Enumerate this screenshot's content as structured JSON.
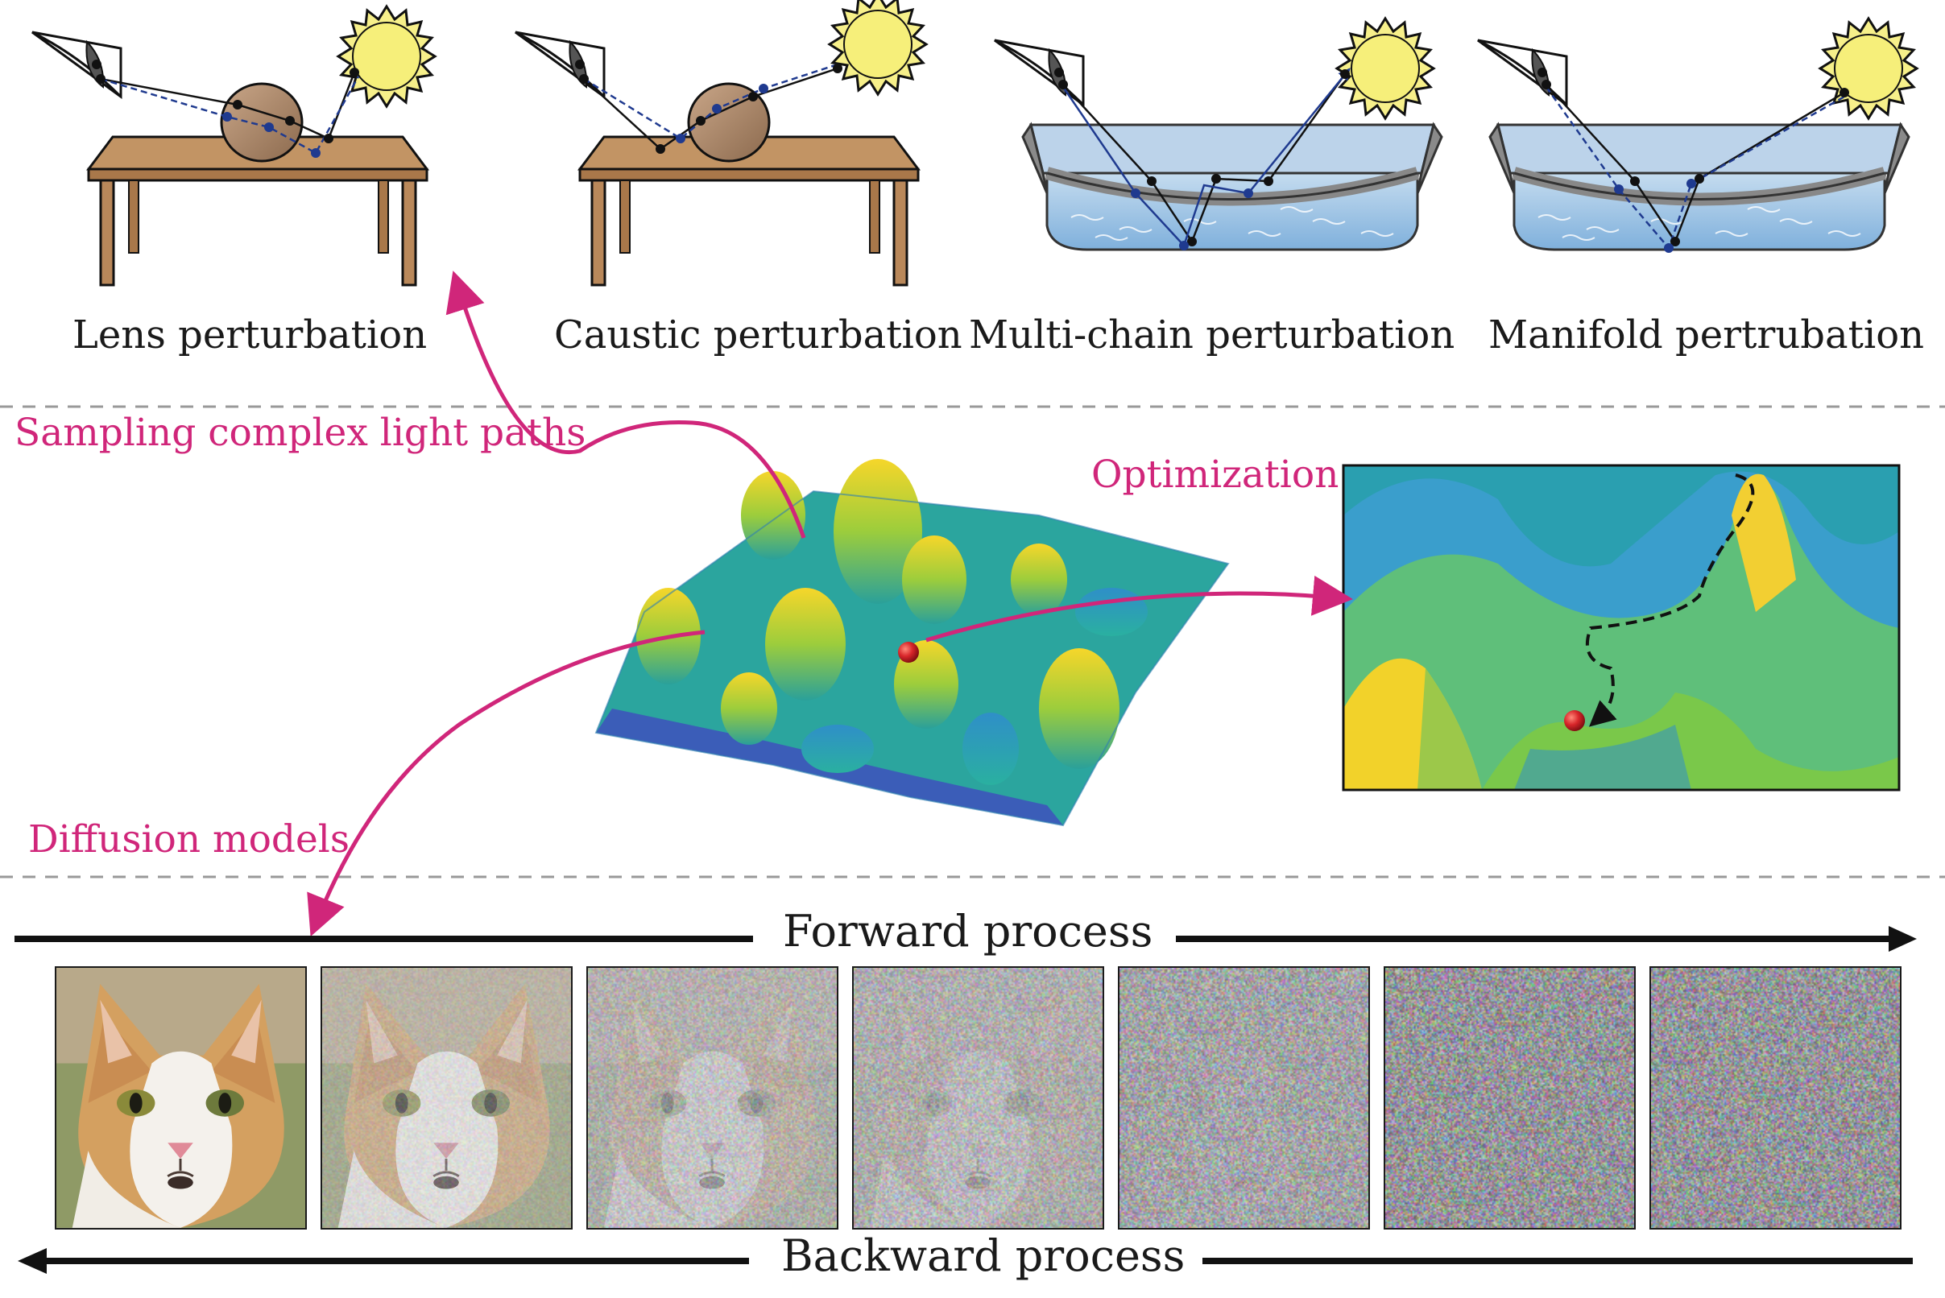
{
  "perturbations": [
    {
      "label": "Lens perturbation"
    },
    {
      "label": "Caustic perturbation"
    },
    {
      "label": "Multi-chain perturbation"
    },
    {
      "label": "Manifold pertrubation"
    }
  ],
  "applications": {
    "sampling": "Sampling complex light paths",
    "optimization": "Optimization",
    "diffusion": "Diffusion models"
  },
  "process": {
    "forward": "Forward process",
    "backward": "Backward process"
  },
  "diffusion_steps": [
    {
      "noise": 0.0
    },
    {
      "noise": 0.25
    },
    {
      "noise": 0.5
    },
    {
      "noise": 0.62
    },
    {
      "noise": 0.8
    },
    {
      "noise": 0.95
    },
    {
      "noise": 1.0
    }
  ],
  "colors": {
    "accent": "#d0267a",
    "surface_low": "#3b5db8",
    "surface_mid": "#21a5a0",
    "surface_high": "#f1d22a",
    "ball": "#d8262a",
    "ray": "#1f3a8f",
    "water": "#a8c8e8",
    "table": "#b98a5a",
    "sun": "#f7f08a"
  },
  "icons": [
    "eye-icon",
    "sun-icon",
    "table-icon",
    "egg-icon",
    "pool-icon",
    "ball-icon"
  ]
}
